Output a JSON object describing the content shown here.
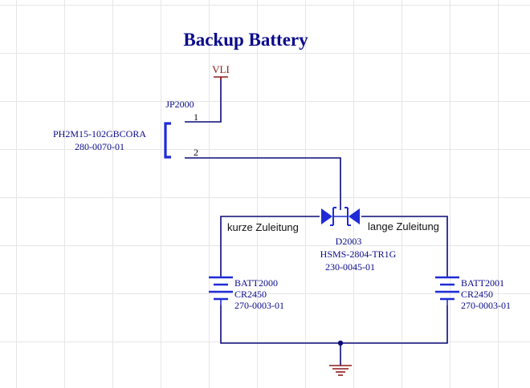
{
  "title": "Backup Battery",
  "colors": {
    "title": "#0a0a8c",
    "wire": "#0a0a7a",
    "symbol": "#1f2bd6",
    "label": "#0a0a8c",
    "power": "#8b1a1a",
    "note": "#111111",
    "grid": "#e6e6e6"
  },
  "power_net": {
    "label": "VLI",
    "icon": "power-port-icon"
  },
  "ground": {
    "icon": "ground-icon"
  },
  "connector": {
    "designator": "JP2000",
    "part": "PH2M15-102GBCORA",
    "number": "280-0070-01",
    "pin1": "1",
    "pin2": "2",
    "icon": "connector-bracket-icon"
  },
  "diode": {
    "designator": "D2003",
    "part": "HSMS-2804-TR1G",
    "number": "230-0045-01",
    "icon": "dual-diode-icon"
  },
  "notes": {
    "left": "kurze Zuleitung",
    "right": "lange Zuleitung"
  },
  "battery_left": {
    "designator": "BATT2000",
    "type": "CR2450",
    "number": "270-0003-01",
    "icon": "battery-icon"
  },
  "battery_right": {
    "designator": "BATT2001",
    "type": "CR2450",
    "number": "270-0003-01",
    "icon": "battery-icon"
  }
}
